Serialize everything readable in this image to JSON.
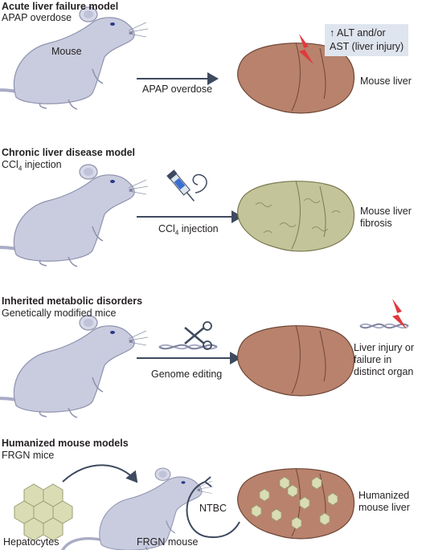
{
  "panels": [
    {
      "title": "Acute liver failure model",
      "subtitle": "APAP overdose",
      "animal_label": "Mouse",
      "arrow_label": "APAP overdose",
      "outcome_label": "Mouse liver",
      "callout_line1": "↑ ALT and/or",
      "callout_line2": "AST (liver injury)"
    },
    {
      "title": "Chronic liver disease model",
      "subtitle_base": "CCl",
      "subtitle_sub": "4",
      "subtitle_rest": " injection",
      "arrow_label_base": "CCl",
      "arrow_label_sub": "4",
      "arrow_label_rest": " injection",
      "outcome_line1": "Mouse liver",
      "outcome_line2": "fibrosis"
    },
    {
      "title": "Inherited metabolic disorders",
      "subtitle": "Genetically modified mice",
      "arrow_label": "Genome editing",
      "outcome_line1": "Liver injury or",
      "outcome_line2": "failure in",
      "outcome_line3": "distinct organ"
    },
    {
      "title": "Humanized mouse models",
      "subtitle": "FRGN mice",
      "cells_label": "Hepatocytes",
      "animal_label": "FRGN mouse",
      "drug_label": "NTBC",
      "outcome_line1": "Humanized",
      "outcome_line2": "mouse liver"
    }
  ],
  "colors": {
    "mouse_fill": "#c9ccdf",
    "mouse_stroke": "#8f93ad",
    "liver_fill": "#b8826c",
    "liver_stroke": "#6e4738",
    "fibrotic_fill": "#c3c49a",
    "arrow": "#3e4a5e",
    "bolt": "#e0393e",
    "callout_bg": "#dfe5ee",
    "hepatocyte_fill": "#dadcb4"
  },
  "icons": [
    "mouse-icon",
    "liver-icon",
    "lightning-icon",
    "syringe-icon",
    "scissors-icon",
    "dna-icon",
    "hepatocyte-icon",
    "circular-arrow-icon"
  ]
}
